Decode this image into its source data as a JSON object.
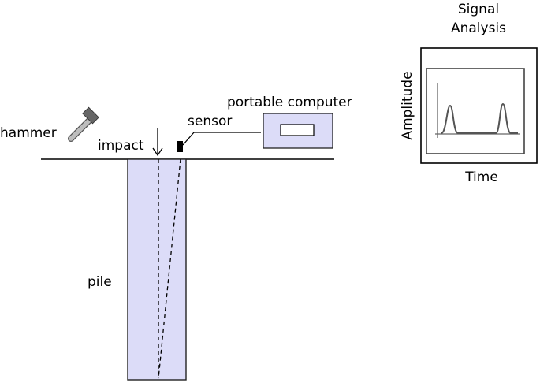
{
  "labels": {
    "hammer": "hammer",
    "impact": "impact",
    "sensor": "sensor",
    "portable_computer": "portable computer",
    "pile": "pile"
  },
  "signal_panel": {
    "title_line1": "Signal",
    "title_line2": "Analysis",
    "y_axis_label": "Amplitude",
    "x_axis_label": "Time"
  },
  "colors": {
    "pile_fill": "#dcdcf8",
    "pile_stroke": "#222222",
    "computer_fill": "#dcdcf8",
    "hammer_head": "#666666",
    "hammer_handle": "#bdbdbd"
  }
}
